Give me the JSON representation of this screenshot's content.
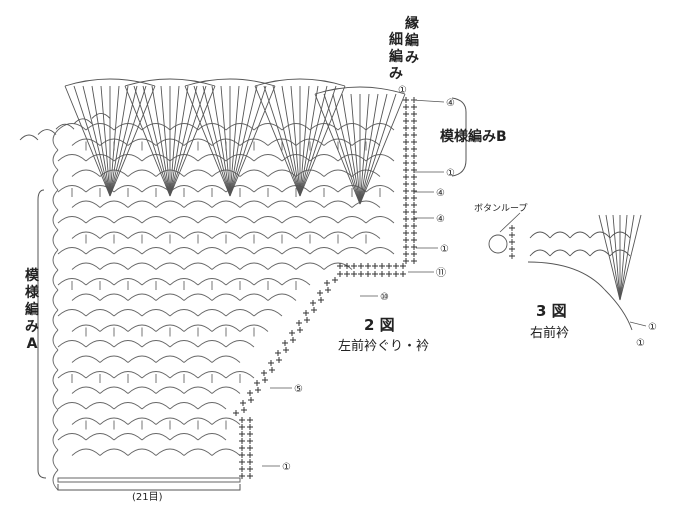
{
  "labels": {
    "edge_title_1": "縁編み",
    "edge_title_2": "細編み",
    "pattern_a": "模様編みA",
    "pattern_b": "模様編みB",
    "width_count": "(21目)",
    "fig2_num": "2 図",
    "fig2_caption": "左前衿ぐり・衿",
    "fig3_num": "3 図",
    "fig3_caption": "右前衿",
    "button_loop": "ボタンループ"
  },
  "row_markers": {
    "m1": "①",
    "m4": "④",
    "m5": "⑤",
    "m10": "⑩",
    "m11": "⑪"
  },
  "colors": {
    "line": "#555555",
    "ink": "#222222",
    "accent": "#9fd7a8"
  }
}
